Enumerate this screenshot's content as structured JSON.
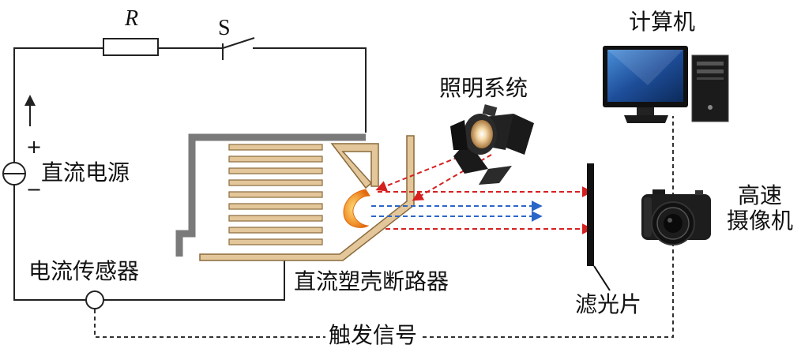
{
  "labels": {
    "resistor": "R",
    "switch": "S",
    "dc_source": "直流电源",
    "plus_sign": "+",
    "minus_sign": "−",
    "current_sensor": "电流传感器",
    "breaker": "直流塑壳断路器",
    "lighting": "照明系统",
    "computer": "计算机",
    "camera": "高速\n摄像机",
    "filter": "滤光片",
    "trigger": "触发信号"
  },
  "colors": {
    "wire": "#222222",
    "housing_gray": "#7a7a7a",
    "plate_fill": "#e3c79a",
    "plate_stroke": "#8a6a3c",
    "arc": "#f08a2a",
    "red_ray": "#d62020",
    "blue_ray": "#2a66c8"
  },
  "icons": {
    "computer": "desktop-computer-icon",
    "camera": "camera-icon",
    "light": "spotlight-icon"
  }
}
